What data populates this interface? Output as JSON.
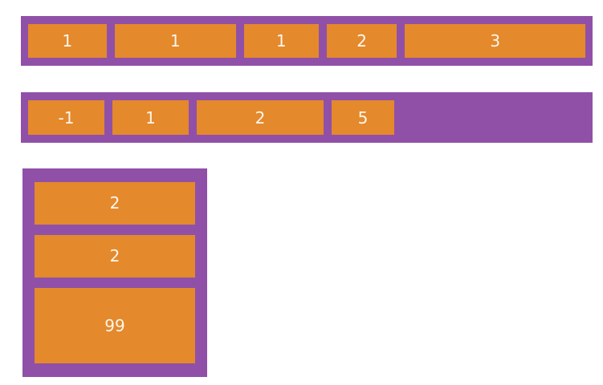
{
  "palette": {
    "container_purple": "#9050a8",
    "item_orange": "#e4892c",
    "item_text": "#fdf6ec",
    "page_background": "#ffffff"
  },
  "containers": [
    {
      "id": "container-row-1",
      "name": "flex-row-container-1",
      "direction": "row",
      "items": [
        {
          "label": "1",
          "grow": 1
        },
        {
          "label": "1",
          "grow": 1
        },
        {
          "label": "1",
          "grow": 1
        },
        {
          "label": "2",
          "grow": 2
        },
        {
          "label": "3",
          "grow": 3
        }
      ]
    },
    {
      "id": "container-row-2",
      "name": "flex-row-container-2",
      "direction": "row",
      "items": [
        {
          "label": "-1",
          "width": 95
        },
        {
          "label": "1",
          "width": 95
        },
        {
          "label": "2",
          "width": 158
        },
        {
          "label": "5",
          "width": 78
        }
      ]
    },
    {
      "id": "container-column-3",
      "name": "flex-column-container-3",
      "direction": "column",
      "items": [
        {
          "label": "2",
          "grow": 2
        },
        {
          "label": "2",
          "grow": 2
        },
        {
          "label": "99",
          "grow": 4
        }
      ]
    }
  ]
}
